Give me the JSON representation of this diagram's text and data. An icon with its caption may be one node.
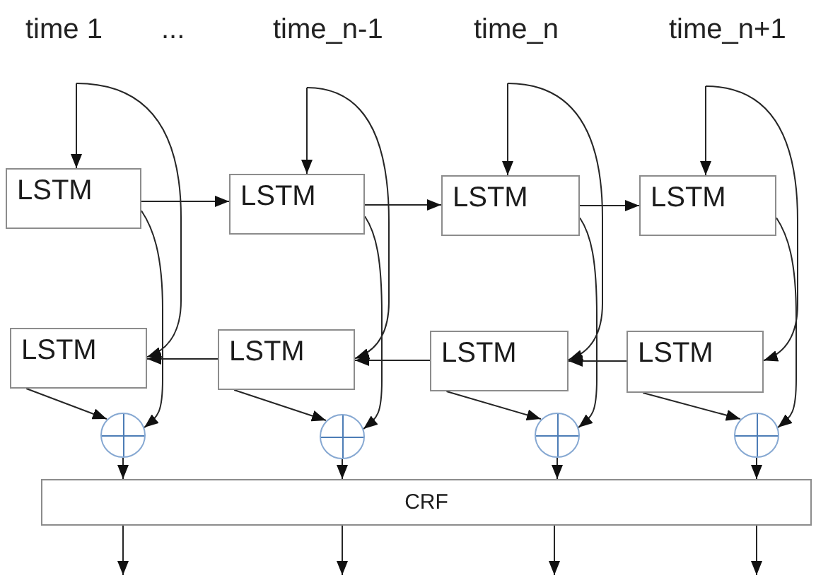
{
  "diagram": {
    "nodes": [
      {
        "text": [
          "LSTM"
        ]
      },
      {
        "text": [
          "LSTM"
        ]
      },
      {
        "text": [
          "LSTM"
        ]
      },
      {
        "text": [
          "LSTM"
        ]
      },
      {
        "text": [
          "LSTM"
        ]
      },
      {
        "text": [
          "LSTM"
        ]
      },
      {
        "text": [
          "LSTM"
        ]
      },
      {
        "text": [
          "LSTM"
        ]
      },
      {
        "text": [],
        "shape": "circle"
      },
      {
        "text": [],
        "shape": "circle"
      },
      {
        "text": [],
        "shape": "circle"
      },
      {
        "text": [],
        "shape": "circle"
      },
      {
        "text": [
          "CRF"
        ]
      }
    ],
    "edges": [
      {
        "from": null,
        "to": 0,
        "arrow": "to"
      },
      {
        "from": null,
        "to": 4,
        "arrow": "to"
      },
      {
        "from": null,
        "to": 1,
        "arrow": "to"
      },
      {
        "from": null,
        "to": 5,
        "arrow": "to"
      },
      {
        "from": null,
        "to": 2,
        "arrow": "to"
      },
      {
        "from": null,
        "to": 6,
        "arrow": "to"
      },
      {
        "from": null,
        "to": 3,
        "arrow": "to"
      },
      {
        "from": null,
        "to": 7,
        "arrow": "to"
      },
      {
        "from": 0,
        "to": 1,
        "arrow": "to"
      },
      {
        "from": 1,
        "to": 2,
        "arrow": "to"
      },
      {
        "from": 2,
        "to": 3,
        "arrow": "to"
      },
      {
        "from": 5,
        "to": 4,
        "arrow": "to"
      },
      {
        "from": 6,
        "to": 5,
        "arrow": "to"
      },
      {
        "from": 7,
        "to": 6,
        "arrow": "to"
      },
      {
        "from": 0,
        "to": 8,
        "arrow": "to"
      },
      {
        "from": 1,
        "to": 9,
        "arrow": "to"
      },
      {
        "from": 2,
        "to": 10,
        "arrow": "to"
      },
      {
        "from": 3,
        "to": 11,
        "arrow": "to"
      },
      {
        "from": 4,
        "to": 8,
        "arrow": "to"
      },
      {
        "from": 5,
        "to": 9,
        "arrow": "to"
      },
      {
        "from": 6,
        "to": 10,
        "arrow": "to"
      },
      {
        "from": 7,
        "to": 11,
        "arrow": "to"
      },
      {
        "from": 8,
        "to": 12,
        "arrow": "to"
      },
      {
        "from": 9,
        "to": 12,
        "arrow": "to"
      },
      {
        "from": 10,
        "to": 12,
        "arrow": "to"
      },
      {
        "from": 11,
        "to": 12,
        "arrow": "to"
      },
      {
        "from": 12,
        "to": null,
        "arrow": "to"
      },
      {
        "from": 12,
        "to": null,
        "arrow": "to"
      },
      {
        "from": 12,
        "to": null,
        "arrow": "to"
      },
      {
        "from": 12,
        "to": null,
        "arrow": "to"
      }
    ],
    "labels": [
      "time 1",
      "...",
      "time_n-1",
      "time_n",
      "time_n+1"
    ]
  }
}
